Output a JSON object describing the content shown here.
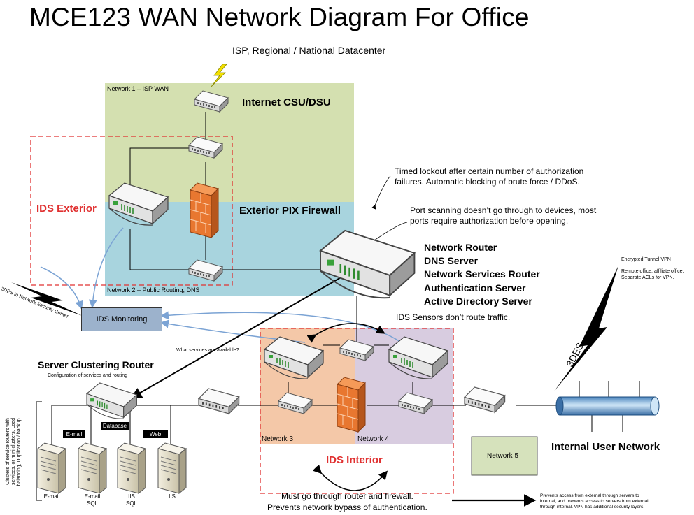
{
  "title": "MCE123 WAN Network Diagram For Office",
  "isp_label": "ISP, Regional / National Datacenter",
  "network1_label": "Network 1 – ISP WAN",
  "network2_label": "Network 2 – Public Routing, DNS",
  "network3_label": "Network 3",
  "network4_label": "Network 4",
  "network5_label": "Network 5",
  "csu_dsu_label": "Internet CSU/DSU",
  "pix_label": "Exterior PIX Firewall",
  "ids_exterior_label": "IDS Exterior",
  "ids_interior_label": "IDS Interior",
  "ids_monitoring_label": "IDS Monitoring",
  "security_center_label": "3DES to Network Security Center",
  "timed_lockout_note": "Timed lockout after certain number of authorization\nfailures. Automatic blocking of brute force / DDoS.",
  "port_scanning_note": "Port scanning doesn’t go through to devices, most\nports require authorization before opening.",
  "router_roles": [
    "Network Router",
    "DNS Server",
    "Network Services Router",
    "Authentication Server",
    "Active Directory Server"
  ],
  "ids_sensors_note": "IDS Sensors don’t route traffic.",
  "what_services_note": "What services are available?",
  "server_cluster_title": "Server Clustering Router",
  "server_cluster_sub": "Configuration of services and routing",
  "cluster_side_note": "Clusters of service routers with services, or mini clusters. Load balancing, Duplication / backup.",
  "tags": {
    "email": "E-mail",
    "database": "Database",
    "web": "Web"
  },
  "servers": [
    "E-mail",
    "E-mail\nSQL",
    "IIS\nSQL",
    "IIS"
  ],
  "vpn_note": "Encrypted Tunnel VPN",
  "remote_note": "Remote office, affiliate office.\nSeparate ACLs for VPN.",
  "three_des_label": "3DES",
  "internal_user_network": "Internal User Network",
  "must_go_note": "Must go through router and firewall.\nPrevents network bypass of authentication.",
  "prevents_note": "Prevents access from external through servers to\ninternal, and prevents access to servers from external\nthrough internal. VPN has additional security layers.",
  "colors": {
    "network1": "#d4e0b0",
    "network2": "#a8d4de",
    "network3": "#f4c8a8",
    "network4": "#d8cce0",
    "network5": "#d6e2bc",
    "ids_dash": "#e03030",
    "ids_monitor": "#9cb2cc",
    "firewall": "#e87730",
    "arrow_blue": "#7ba3d4"
  }
}
